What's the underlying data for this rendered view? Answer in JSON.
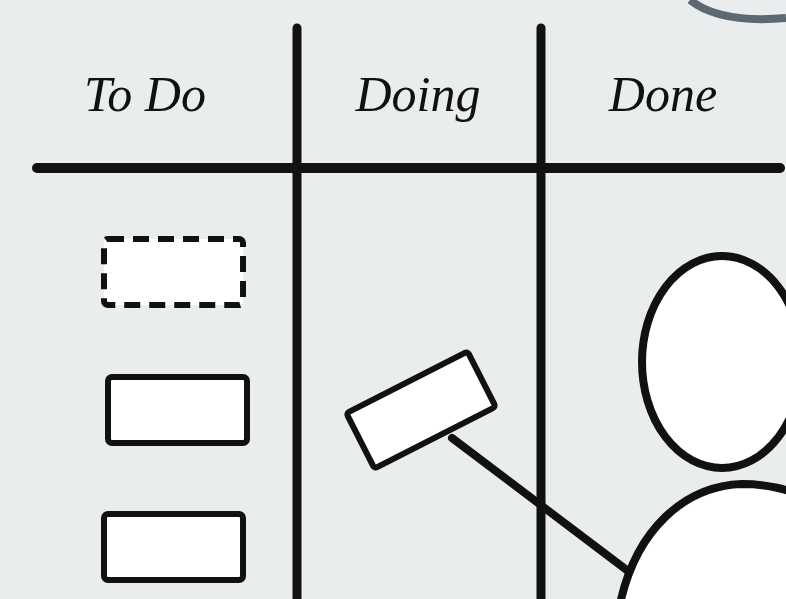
{
  "diagram": {
    "labels": [
      "To Do",
      "Doing",
      "Done"
    ]
  }
}
